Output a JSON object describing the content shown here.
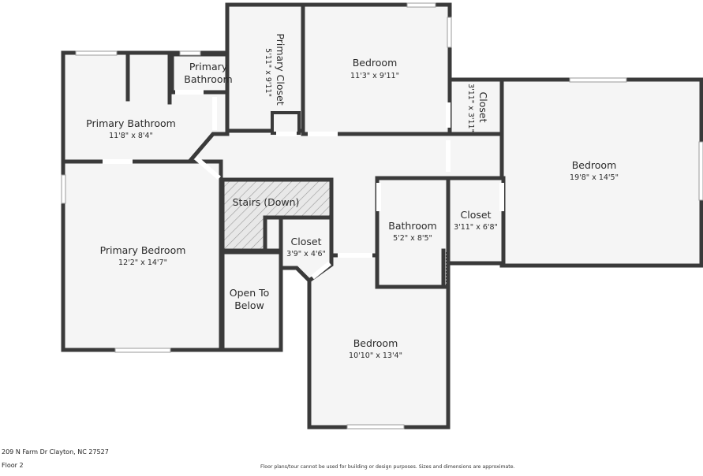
{
  "rooms": {
    "primary_closet": {
      "name": "Primary Closet",
      "size": "5'11\" x 9'11\""
    },
    "primary_bathroom_small": {
      "name_line1": "Primary",
      "name_line2": "Bathroom"
    },
    "primary_bathroom": {
      "name": "Primary Bathroom",
      "size": "11'8\" x 8'4\""
    },
    "bedroom_top": {
      "name": "Bedroom",
      "size": "11'3\" x 9'11\""
    },
    "closet_top": {
      "name": "Closet",
      "size": "3'11\" x 3'11\""
    },
    "bedroom_right": {
      "name": "Bedroom",
      "size": "19'8\" x 14'5\""
    },
    "primary_bedroom": {
      "name": "Primary Bedroom",
      "size": "12'2\" x 14'7\""
    },
    "stairs": {
      "name": "Stairs (Down)"
    },
    "closet_small": {
      "name": "Closet",
      "size": "3'9\" x 4'6\""
    },
    "bathroom": {
      "name": "Bathroom",
      "size": "5'2\" x 8'5\""
    },
    "closet_right": {
      "name": "Closet",
      "size": "3'11\" x 6'8\""
    },
    "open_to_below": {
      "name_line1": "Open To",
      "name_line2": "Below"
    },
    "bedroom_bottom": {
      "name": "Bedroom",
      "size": "10'10\" x 13'4\""
    }
  },
  "footer": {
    "address": "209 N Farm Dr Clayton, NC 27527",
    "floor": "Floor 2",
    "disclaimer": "Floor plans/tour cannot be used for building or design purposes. Sizes and dimensions are approximate."
  }
}
